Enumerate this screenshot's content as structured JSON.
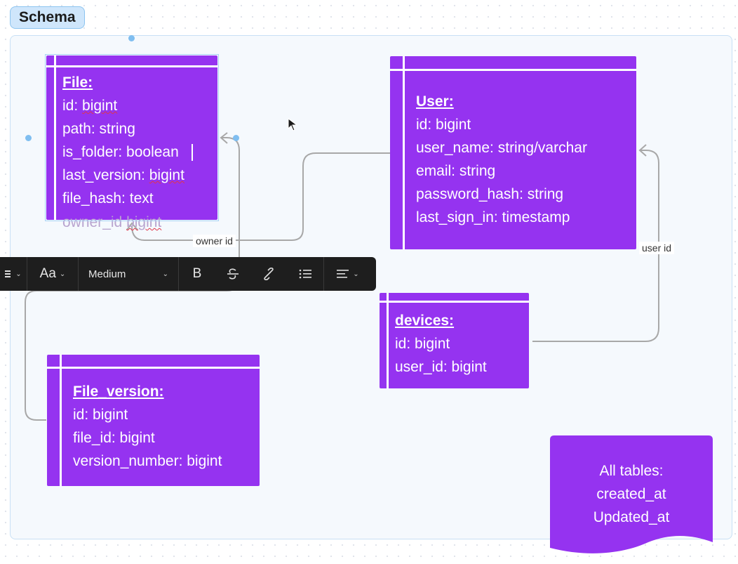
{
  "section": {
    "label": "Schema"
  },
  "tables": {
    "file": {
      "title": "File:",
      "fields": [
        "id: bigint",
        "path: string",
        "is_folder: boolean",
        "last_version: bigint",
        "file_hash: text"
      ],
      "overflow_field": "owner_id bigint"
    },
    "user": {
      "title": "User:",
      "fields": [
        "id: bigint",
        "user_name: string/varchar",
        "email: string",
        "password_hash: string",
        "last_sign_in: timestamp"
      ]
    },
    "devices": {
      "title": "devices:",
      "fields": [
        "id: bigint",
        "user_id: bigint"
      ]
    },
    "file_version": {
      "title": "File_version:",
      "fields": [
        "id: bigint",
        "file_id: bigint",
        "version_number: bigint"
      ]
    }
  },
  "note": {
    "lines": [
      "All tables:",
      "created_at",
      "Updated_at"
    ]
  },
  "connectors": {
    "owner_label": "owner id",
    "user_label": "user id"
  },
  "toolbar": {
    "font_icon": "Aa",
    "weight_value": "Medium",
    "bold_label": "B"
  },
  "colors": {
    "table_fill": "#9533f0",
    "section_fill": "#f5f9fd",
    "connector": "#a8a8a8"
  }
}
